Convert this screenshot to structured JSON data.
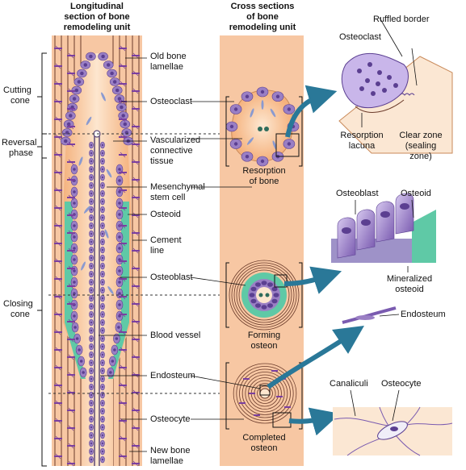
{
  "headers": {
    "longitudinal": [
      "Longitudinal",
      "section of bone",
      "remodeling unit"
    ],
    "cross": [
      "Cross sections",
      "of bone",
      "remodeling unit"
    ]
  },
  "phases": {
    "cutting": [
      "Cutting",
      "cone"
    ],
    "reversal": [
      "Reversal",
      "phase"
    ],
    "closing": [
      "Closing",
      "cone"
    ]
  },
  "center_labels": {
    "old_bone": [
      "Old bone",
      "lamellae"
    ],
    "osteoclast": "Osteoclast",
    "vascularized": [
      "Vascularized",
      "connective",
      "tissue"
    ],
    "mesenchymal": [
      "Mesenchymal",
      "stem cell"
    ],
    "osteoid": "Osteoid",
    "cement": [
      "Cement",
      "line"
    ],
    "osteoblast": "Osteoblast",
    "blood_vessel": "Blood vessel",
    "endosteum": "Endosteum",
    "osteocyte": "Osteocyte",
    "new_bone": [
      "New bone",
      "lamellae"
    ]
  },
  "cross_captions": {
    "resorption": [
      "Resorption",
      "of bone"
    ],
    "forming": [
      "Forming",
      "osteon"
    ],
    "completed": [
      "Completed",
      "osteon"
    ]
  },
  "detail_labels": {
    "osteoclast": "Osteoclast",
    "ruffled_border": "Ruffled border",
    "resorption_lacuna": [
      "Resorption",
      "lacuna"
    ],
    "clear_zone": [
      "Clear zone",
      "(sealing",
      "zone)"
    ],
    "osteoblast": "Osteoblast",
    "osteoid": "Osteoid",
    "mineralized": [
      "Mineralized",
      "osteoid"
    ],
    "endosteum": "Endosteum",
    "canaliculi": "Canaliculi",
    "osteocyte": "Osteocyte"
  },
  "colors": {
    "bone": "#f7c7a3",
    "bone_line": "#6b3b2b",
    "cell_purple": "#9a7fc4",
    "cell_dark": "#5b3f91",
    "osteoid_green": "#5fc9a6",
    "arrow_teal": "#2a7898"
  }
}
